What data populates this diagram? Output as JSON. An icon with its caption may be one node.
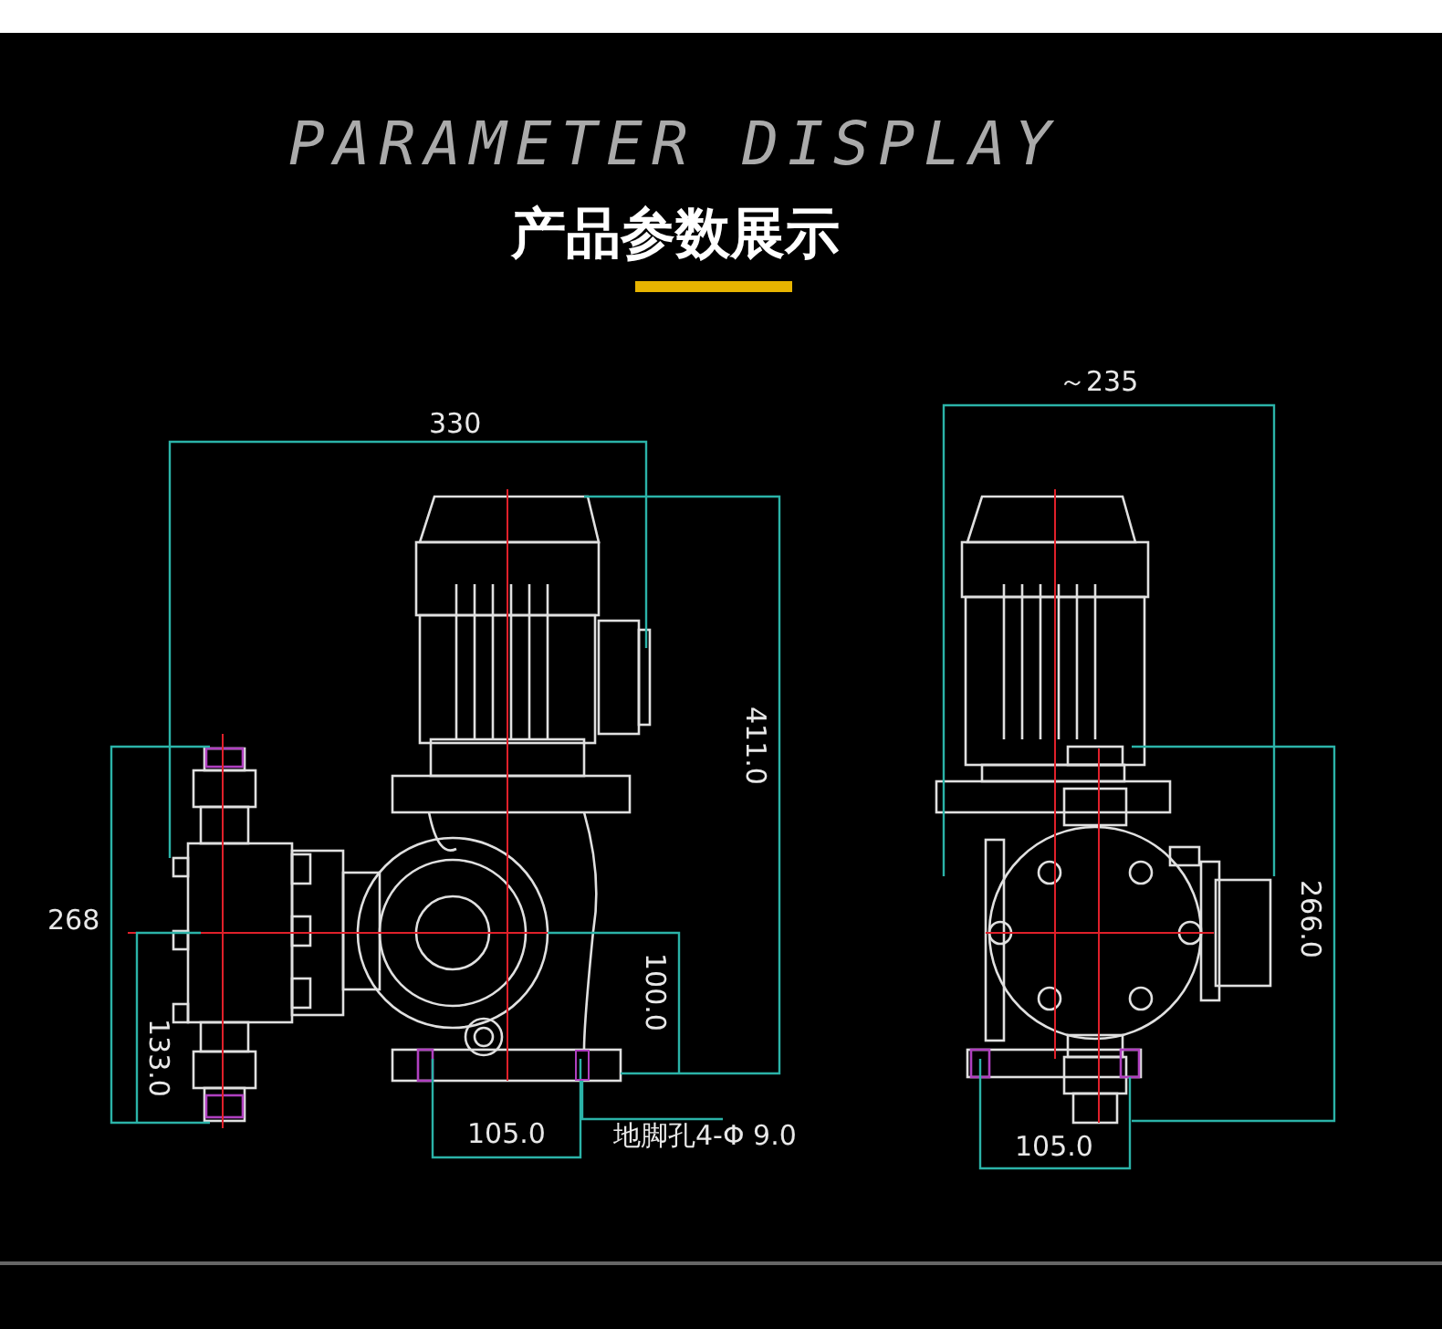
{
  "diagram": {
    "title": "产品参数展示",
    "nodes": [
      {
        "text": [
          "地脚孔4-Φ 9.0"
        ]
      },
      {
        "text": [],
        "shape": "box"
      }
    ],
    "edges": [
      {
        "from": 0,
        "to": 1,
        "arrow": "none"
      }
    ],
    "labels": [
      "PARAMETER DISPLAY",
      "330",
      "411.0",
      "268",
      "133.0",
      "100.0",
      "105.0",
      "～235",
      "266.0",
      "105.0"
    ]
  }
}
